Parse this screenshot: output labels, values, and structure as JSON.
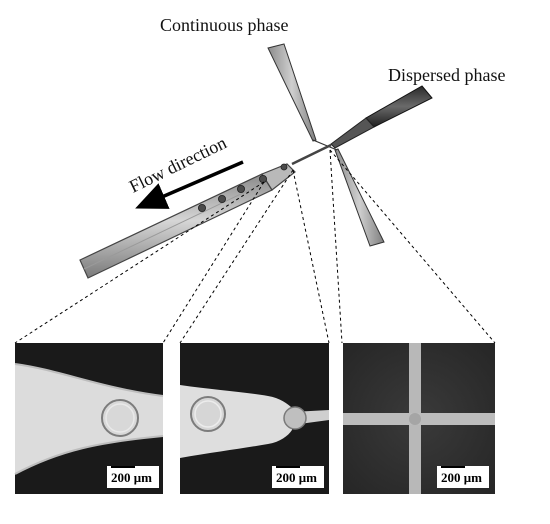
{
  "labels": {
    "continuous_phase": "Continuous phase",
    "dispersed_phase": "Dispersed phase",
    "flow_direction": "Flow direction"
  },
  "micrographs": [
    {
      "scale_bar_label": "200 μm"
    },
    {
      "scale_bar_label": "200 μm"
    },
    {
      "scale_bar_label": "200 μm"
    }
  ]
}
